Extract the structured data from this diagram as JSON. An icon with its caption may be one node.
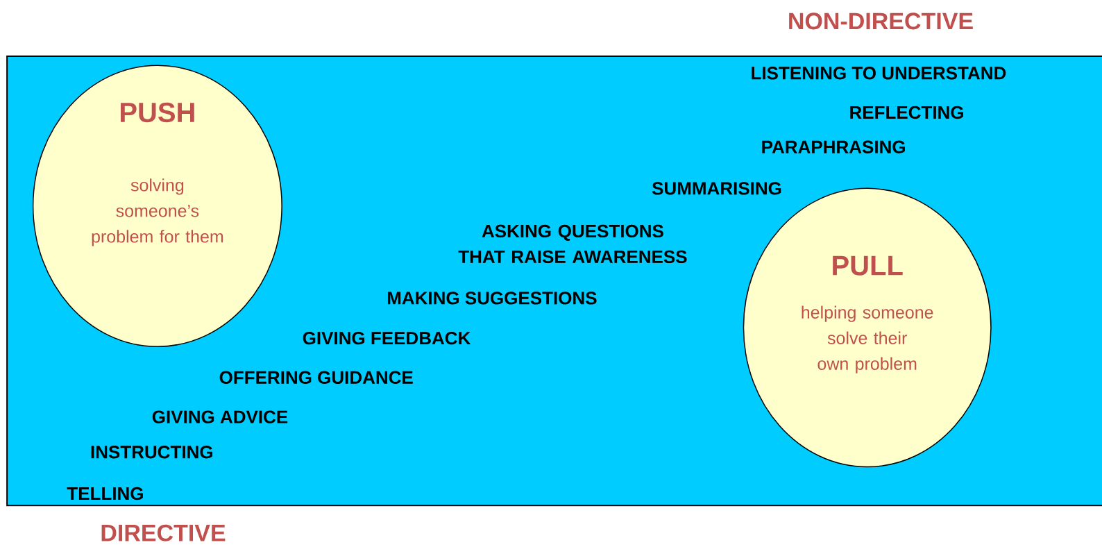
{
  "diagram": {
    "nodes": [
      {
        "text": [
          "PUSH",
          "solving someone’s problem for them"
        ]
      },
      {
        "text": [
          "PULL",
          "helping someone solve their own problem"
        ]
      }
    ],
    "labels": [
      "NON-DIRECTIVE",
      "LISTENING TO UNDERSTAND",
      "REFLECTING",
      "PARAPHRASING",
      "SUMMARISING",
      "ASKING QUESTIONS THAT RAISE AWARENESS",
      "MAKING SUGGESTIONS",
      "GIVING FEEDBACK",
      "OFFERING GUIDANCE",
      "GIVING ADVICE",
      "INSTRUCTING",
      "TELLING",
      "DIRECTIVE"
    ]
  }
}
